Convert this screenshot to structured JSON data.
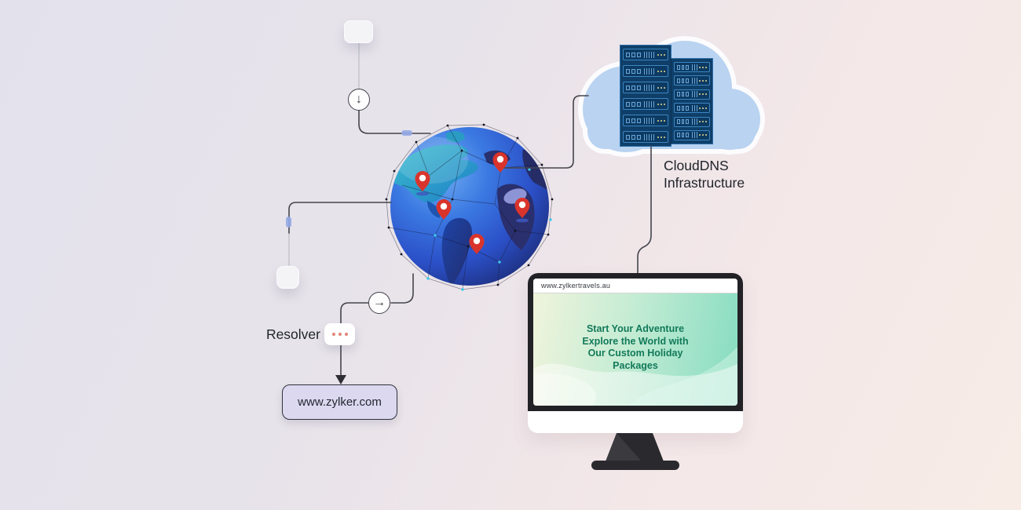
{
  "colors": {
    "background_from": "#e3e2ec",
    "background_to": "#f8ece7",
    "connector_line": "#45454d",
    "cloud_fill": "#b9d3f1",
    "rack_fill": "#0f3f69",
    "pin_red": "#d9342c",
    "domain_box_bg": "#dbd8f0",
    "webpage_green_from": "#f0f4dc",
    "webpage_green_to": "#85dcc1",
    "headline_green": "#127a5a"
  },
  "cloud_dns": {
    "label": "CloudDNS\nInfrastructure",
    "racks": [
      {
        "rows": 6
      },
      {
        "rows": 6
      }
    ]
  },
  "resolver": {
    "label": "Resolver",
    "dot_count": 3
  },
  "domain_box": {
    "label": "www.zylker.com"
  },
  "browser": {
    "address": "www.zylkertravels.au",
    "headline": "Start Your Adventure\nExplore the World with\nOur Custom Holiday\nPackages"
  },
  "globe": {
    "pin_count": 5
  },
  "icons": {
    "down_arrow_glyph": "↓",
    "right_arrow_glyph": "→"
  }
}
